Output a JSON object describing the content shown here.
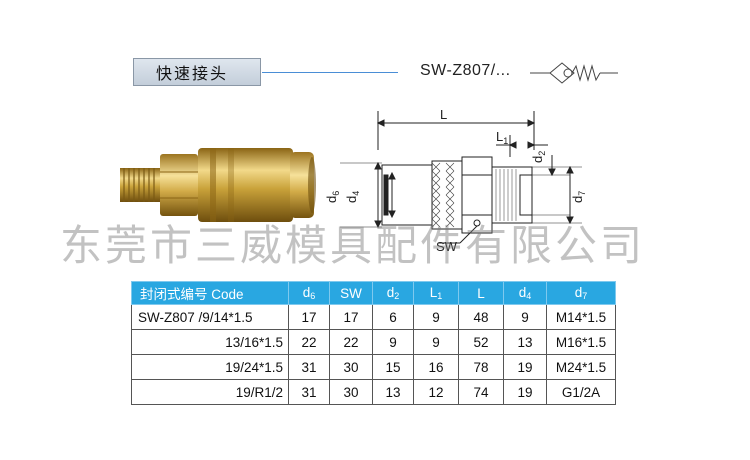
{
  "header": {
    "title": "快速接头",
    "model": "SW-Z807/..."
  },
  "drawing": {
    "labels": {
      "L": "L",
      "L1_main": "L",
      "L1_sub": "1",
      "d2_main": "d",
      "d2_sub": "2",
      "d6_main": "d",
      "d6_sub": "6",
      "d4_main": "d",
      "d4_sub": "4",
      "d7_main": "d",
      "d7_sub": "7",
      "SW": "SW"
    }
  },
  "watermark": "东莞市三威模具配件有限公司",
  "table": {
    "headers": [
      {
        "main": "封闭式编号 Code",
        "sub": ""
      },
      {
        "main": "d",
        "sub": "6"
      },
      {
        "main": "SW",
        "sub": ""
      },
      {
        "main": "d",
        "sub": "2"
      },
      {
        "main": "L",
        "sub": "1"
      },
      {
        "main": "L",
        "sub": ""
      },
      {
        "main": "d",
        "sub": "4"
      },
      {
        "main": "d",
        "sub": "7"
      }
    ],
    "rows": [
      [
        "SW-Z807 /9/14*1.5",
        "17",
        "17",
        "6",
        "9",
        "48",
        "9",
        "M14*1.5"
      ],
      [
        "13/16*1.5",
        "22",
        "22",
        "9",
        "9",
        "52",
        "13",
        "M16*1.5"
      ],
      [
        "19/24*1.5",
        "31",
        "30",
        "15",
        "16",
        "78",
        "19",
        "M24*1.5"
      ],
      [
        "19/R1/2",
        "31",
        "30",
        "13",
        "12",
        "74",
        "19",
        "G1/2A"
      ]
    ]
  },
  "colors": {
    "table_header": "#29a7e1",
    "title_line": "#4a8ed6",
    "brass": "#c9a23a"
  }
}
